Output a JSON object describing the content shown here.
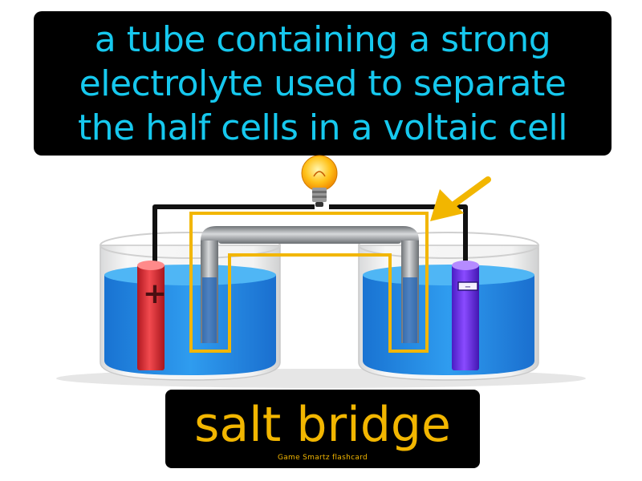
{
  "card": {
    "definition_lines": [
      "a tube containing a strong",
      "electrolyte used to separate",
      "the half cells in a voltaic cell"
    ],
    "term": "salt bridge",
    "brand": "Game Smartz flashcard"
  },
  "labels": {
    "positive_symbol": "+",
    "negative_symbol": "−"
  },
  "colors": {
    "definition_text": "#16c8ee",
    "term_text": "#f2b600",
    "background_box": "#000000",
    "solution": "#1a8fe6",
    "anode": "#d8262e",
    "cathode": "#6b2be8",
    "bridge_outline": "#f2b600",
    "pointer_arrow": "#f2b600"
  }
}
